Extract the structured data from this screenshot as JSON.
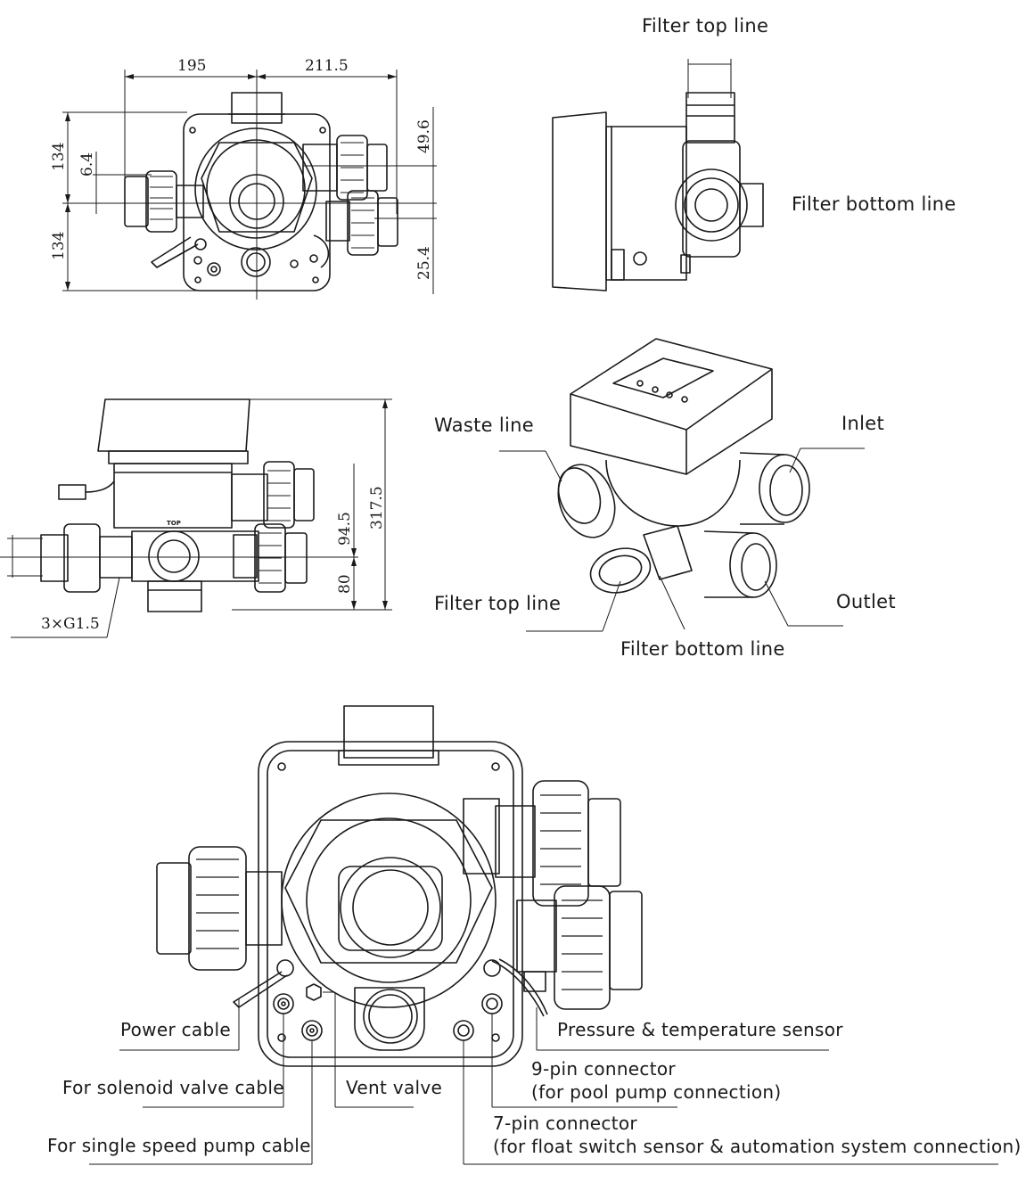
{
  "top_view": {
    "dims": {
      "width_left": "195",
      "width_right": "211.5",
      "height_top": "134",
      "height_bottom": "134",
      "offset_left": "6.4",
      "offset_right_top": "49.6",
      "offset_right_bottom": "25.4"
    }
  },
  "side_view": {
    "label_filter_top": "Filter top line",
    "label_filter_bottom": "Filter bottom line"
  },
  "front_view": {
    "dims": {
      "height_total": "317.5",
      "height_mid": "94.5",
      "height_low": "80",
      "thread": "3×G1.5"
    },
    "top_mark": "TOP"
  },
  "iso_view": {
    "label_waste": "Waste line",
    "label_inlet": "Inlet",
    "label_filter_top": "Filter top line",
    "label_outlet": "Outlet",
    "label_filter_bottom": "Filter bottom line"
  },
  "bottom_view": {
    "power_cable": "Power cable",
    "solenoid_cable": "For solenoid valve cable",
    "single_speed": "For single speed pump cable",
    "vent_valve": "Vent valve",
    "pressure_sensor": "Pressure & temperature sensor",
    "pin9_title": "9-pin connector",
    "pin9_detail": "(for pool pump connection)",
    "pin7_title": "7-pin connector",
    "pin7_detail": "(for float switch sensor & automation system connection)"
  }
}
